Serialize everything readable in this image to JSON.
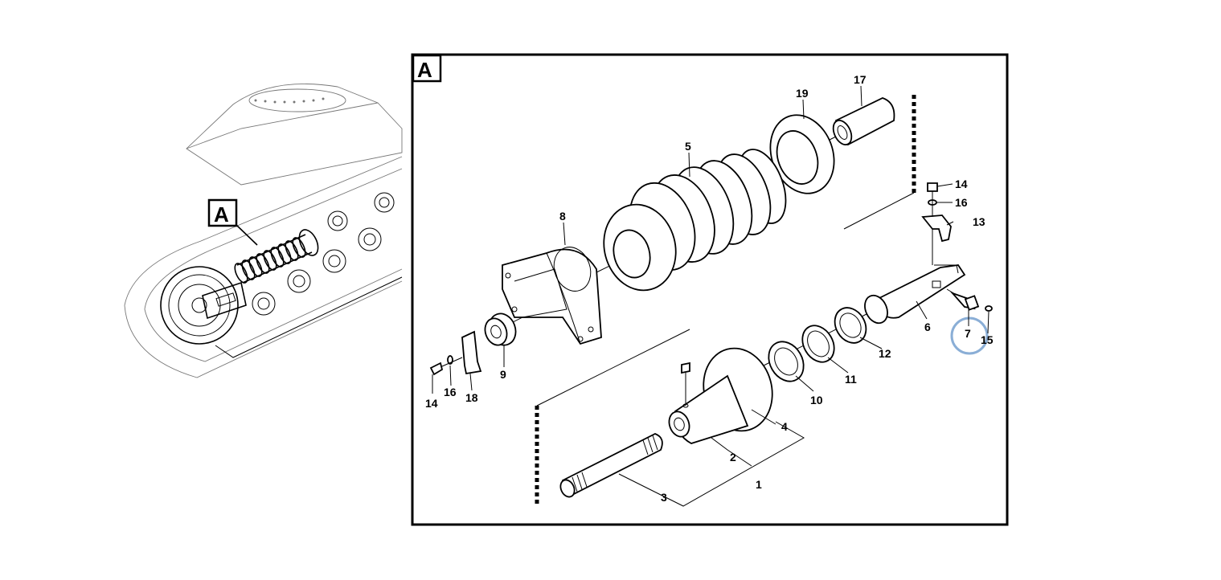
{
  "overview": {
    "label": "A"
  },
  "detail": {
    "label": "A",
    "highlight_color": "#8aaed6",
    "highlighted_part": "7"
  },
  "parts": [
    "1",
    "2",
    "3",
    "4",
    "5",
    "6",
    "7",
    "8",
    "9",
    "10",
    "11",
    "12",
    "13",
    "14",
    "14",
    "15",
    "16",
    "16",
    "17",
    "18",
    "19"
  ]
}
